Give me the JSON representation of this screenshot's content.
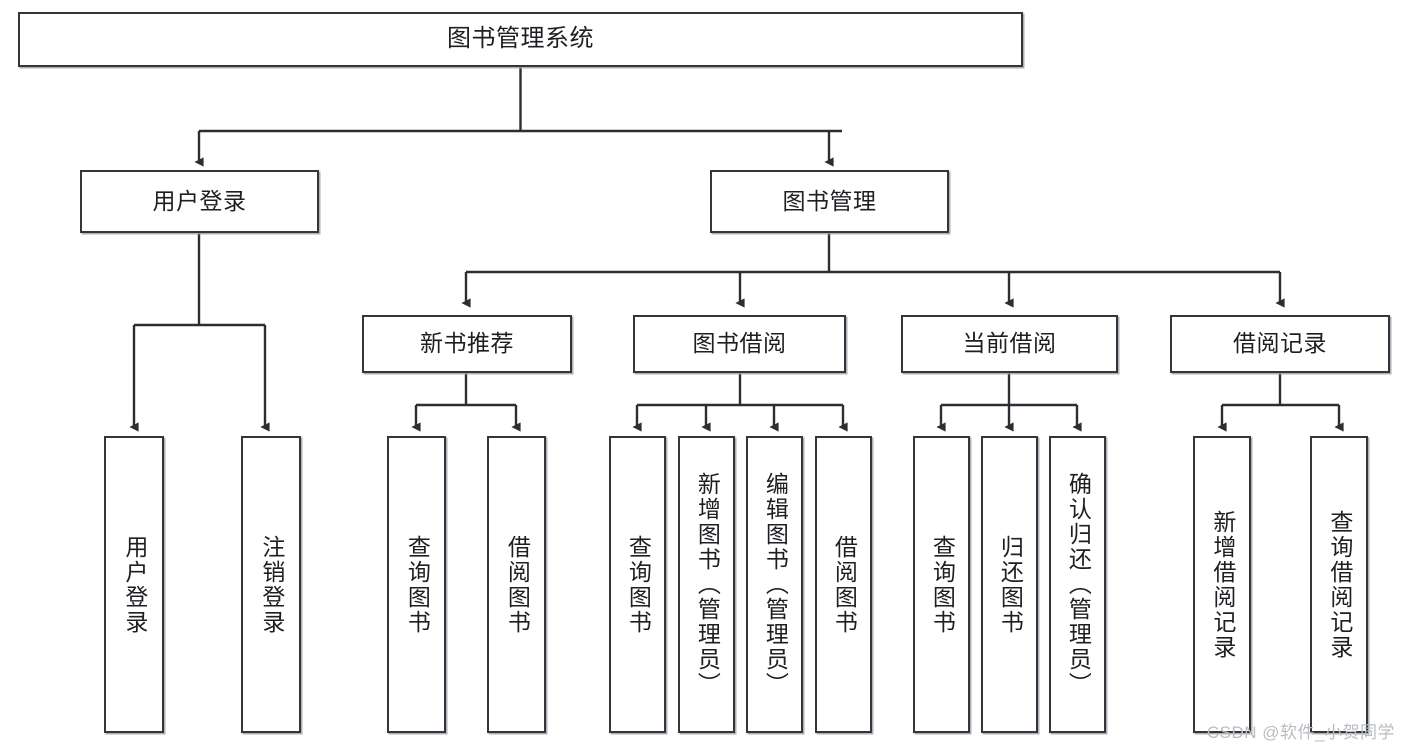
{
  "diagram": {
    "title": "图书管理系统",
    "type": "hierarchy-tree",
    "watermark": "CSDN @软件_小贺同学",
    "colors": {
      "box_border": "#33363b",
      "box_fill": "#ffffff",
      "connector": "#2b2e33",
      "text": "#1d1f22",
      "watermark": "#b9bcc1",
      "background": "#ffffff"
    },
    "root": {
      "label": "图书管理系统"
    },
    "level2": [
      {
        "label": "用户登录"
      },
      {
        "label": "图书管理"
      }
    ],
    "level3": [
      {
        "label": "新书推荐"
      },
      {
        "label": "图书借阅"
      },
      {
        "label": "当前借阅"
      },
      {
        "label": "借阅记录"
      }
    ],
    "leaves": {
      "user_login": [
        {
          "label": "用户登录"
        },
        {
          "label": "注销登录"
        }
      ],
      "new_book": [
        {
          "label": "查询图书"
        },
        {
          "label": "借阅图书"
        }
      ],
      "book_borrow": [
        {
          "label": "查询图书"
        },
        {
          "label": "新增图书（管理员）"
        },
        {
          "label": "编辑图书（管理员）"
        },
        {
          "label": "借阅图书"
        }
      ],
      "current_borrow": [
        {
          "label": "查询图书"
        },
        {
          "label": "归还图书"
        },
        {
          "label": "确认归还（管理员）"
        }
      ],
      "borrow_record": [
        {
          "label": "新增借阅记录"
        },
        {
          "label": "查询借阅记录"
        }
      ]
    }
  }
}
